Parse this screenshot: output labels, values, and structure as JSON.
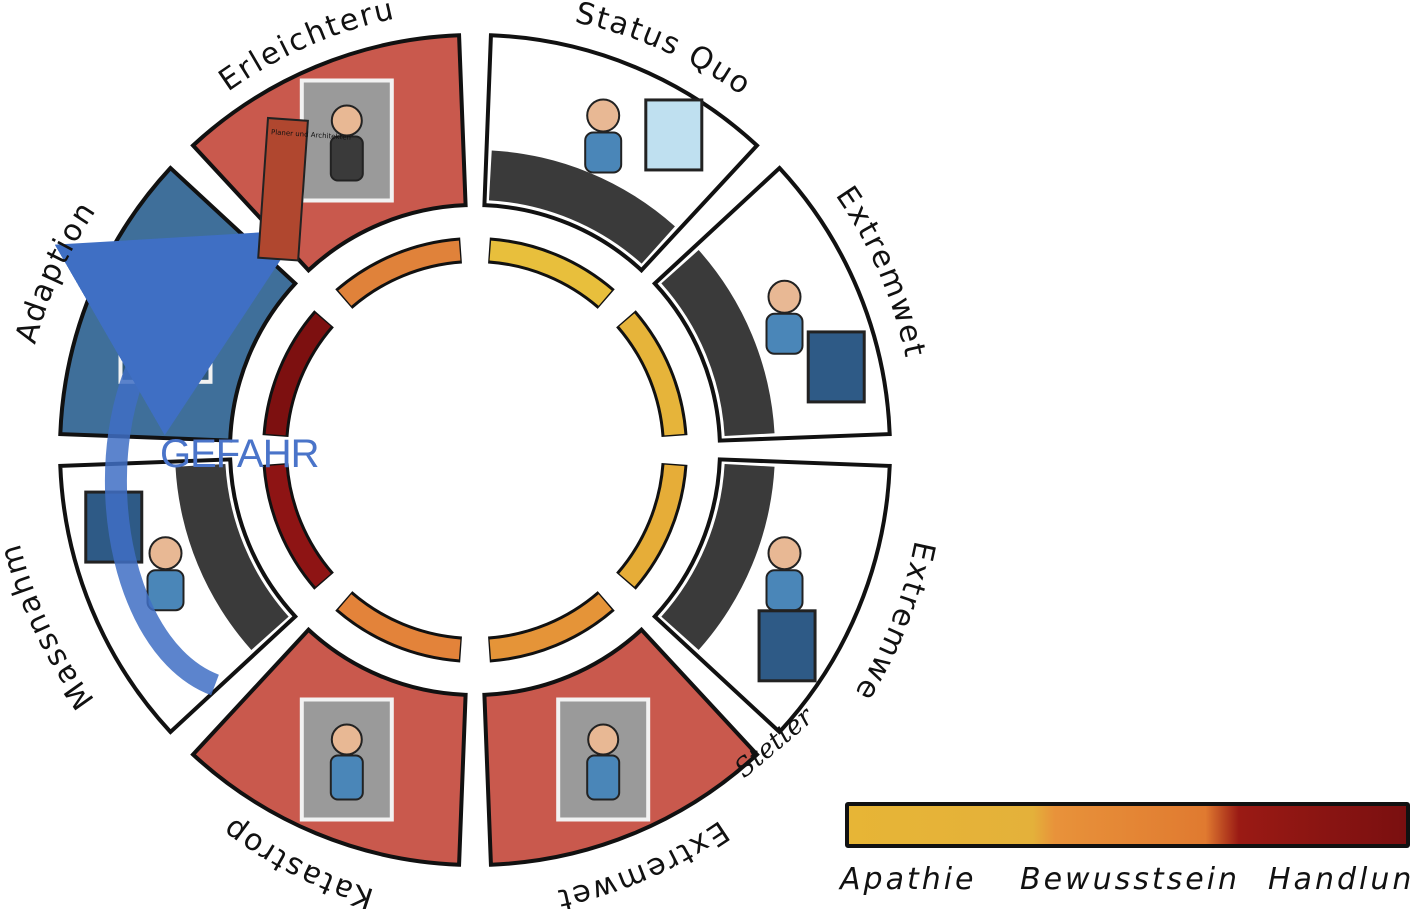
{
  "stages": [
    {
      "label": "Status Quo",
      "scene": "office-calm"
    },
    {
      "label": "Extremwetter",
      "scene": "office-rain"
    },
    {
      "label": "Extremwetter",
      "scene": "office-storm"
    },
    {
      "label": "Extremwetter",
      "scene": "window-flood"
    },
    {
      "label": "Katastrophe",
      "scene": "window-break"
    },
    {
      "label": "Massnahmen",
      "scene": "office-plan"
    },
    {
      "label": "Adaption",
      "scene": "underwater"
    },
    {
      "label": "Erleichterung",
      "scene": "door-exit"
    }
  ],
  "ring_colors": [
    "#e8bf3c",
    "#e6b43a",
    "#e6ad38",
    "#e59438",
    "#e3833a",
    "#8e1414",
    "#7d1010",
    "#e0823a"
  ],
  "scene_colors": {
    "brick": "#c9594d",
    "water": "#3f6f9a",
    "wall": "#ffffff",
    "desk": "#3a3a3a"
  },
  "arrow_label": "GEFAHR",
  "arrow_color": "#3f6fc4",
  "door_text": "Planer und Architekten",
  "signature": "Stetter",
  "legend": {
    "labels": [
      "Apathie",
      "Bewusstsein",
      "Handlung"
    ]
  }
}
